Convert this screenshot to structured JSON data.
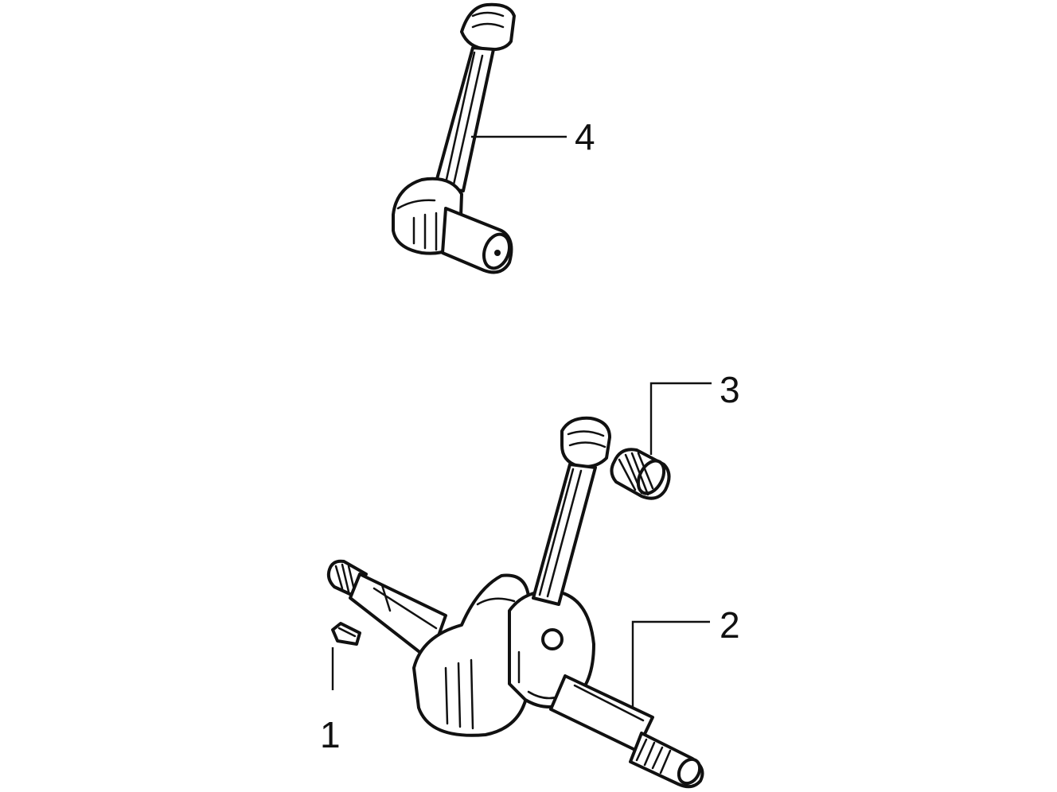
{
  "diagram": {
    "type": "exploded-parts-view",
    "line_color": "#111111",
    "background": "#ffffff",
    "parts": [
      {
        "number": "1",
        "icon": "woodruff-key-icon"
      },
      {
        "number": "2",
        "icon": "crankshaft-icon"
      },
      {
        "number": "3",
        "icon": "needle-bearing-icon"
      },
      {
        "number": "4",
        "icon": "connecting-rod-icon"
      }
    ]
  }
}
